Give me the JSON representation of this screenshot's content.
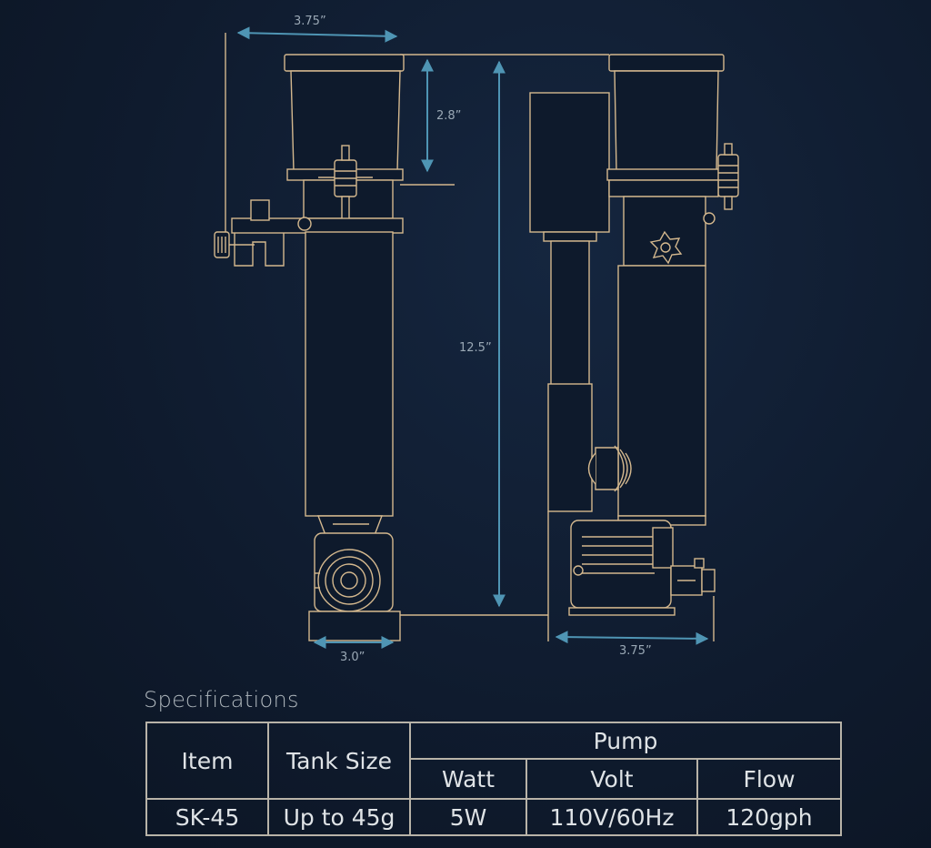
{
  "dimensions": {
    "left_top_width": "3.75”",
    "cup_height": "2.8”",
    "total_height": "12.5”",
    "base_width": "3.0”",
    "right_base_width": "3.75”"
  },
  "specs": {
    "title": "Specifications",
    "headers": {
      "item": "Item",
      "tank_size": "Tank Size",
      "pump": "Pump",
      "watt": "Watt",
      "volt": "Volt",
      "flow": "Flow"
    },
    "rows": [
      {
        "item": "SK-45",
        "tank_size": "Up to 45g",
        "watt": "5W",
        "volt": "110V/60Hz",
        "flow": "120gph"
      }
    ]
  },
  "colors": {
    "background": "#0f1b2e",
    "drawing_line": "#d4b88e",
    "dimension_line": "#4f95b4",
    "text": "#dfe3e6"
  }
}
